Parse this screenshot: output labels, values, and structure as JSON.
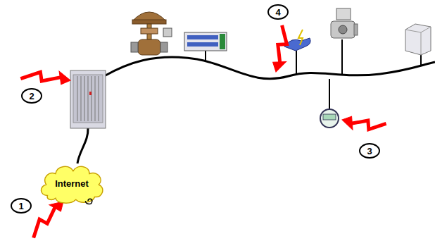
{
  "diagram": {
    "nodes": [
      {
        "text": [
          "4"
        ]
      },
      {
        "text": [
          "2"
        ]
      },
      {
        "text": [
          "3"
        ]
      },
      {
        "text": [
          "Internet"
        ]
      },
      {
        "text": [
          "1"
        ]
      }
    ]
  }
}
